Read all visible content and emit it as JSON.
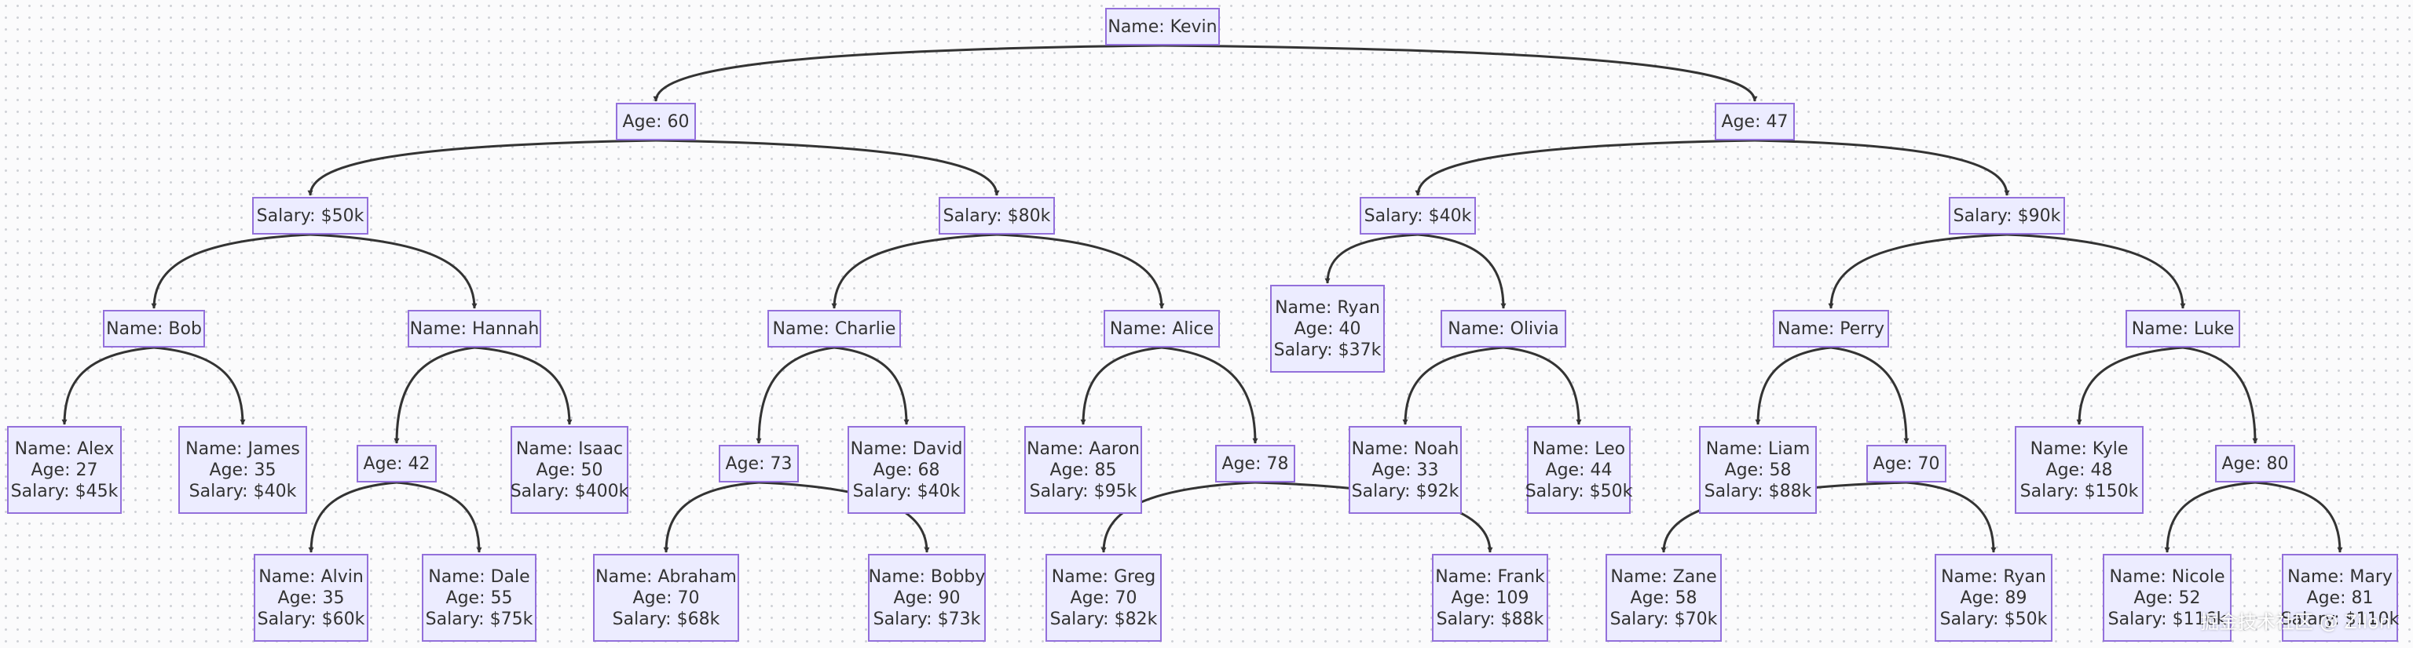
{
  "nodes": [
    {
      "id": "n01",
      "lines": [
        "Name: Kevin"
      ]
    },
    {
      "id": "n02",
      "lines": [
        "Age: 60"
      ]
    },
    {
      "id": "n03",
      "lines": [
        "Age: 47"
      ]
    },
    {
      "id": "n04",
      "lines": [
        "Salary: $50k"
      ]
    },
    {
      "id": "n05",
      "lines": [
        "Salary: $80k"
      ]
    },
    {
      "id": "n06",
      "lines": [
        "Salary: $40k"
      ]
    },
    {
      "id": "n07",
      "lines": [
        "Salary: $90k"
      ]
    },
    {
      "id": "n08",
      "lines": [
        "Name: Bob"
      ]
    },
    {
      "id": "n09",
      "lines": [
        "Name: Hannah"
      ]
    },
    {
      "id": "n10",
      "lines": [
        "Name: Charlie"
      ]
    },
    {
      "id": "n11",
      "lines": [
        "Name: Alice"
      ]
    },
    {
      "id": "n12",
      "lines": [
        "Name: Ryan",
        "Age: 40",
        "Salary: $37k"
      ]
    },
    {
      "id": "n13",
      "lines": [
        "Name: Olivia"
      ]
    },
    {
      "id": "n14",
      "lines": [
        "Name: Perry"
      ]
    },
    {
      "id": "n15",
      "lines": [
        "Name: Luke"
      ]
    },
    {
      "id": "n16",
      "lines": [
        "Name: Alex",
        "Age: 27",
        "Salary: $45k"
      ]
    },
    {
      "id": "n17",
      "lines": [
        "Name: James",
        "Age: 35",
        "Salary: $40k"
      ]
    },
    {
      "id": "n18",
      "lines": [
        "Age: 42"
      ]
    },
    {
      "id": "n19",
      "lines": [
        "Name: Isaac",
        "Age: 50",
        "Salary: $400k"
      ]
    },
    {
      "id": "n20",
      "lines": [
        "Age: 73"
      ]
    },
    {
      "id": "n21",
      "lines": [
        "Name: David",
        "Age: 68",
        "Salary: $40k"
      ]
    },
    {
      "id": "n22",
      "lines": [
        "Name: Aaron",
        "Age: 85",
        "Salary: $95k"
      ]
    },
    {
      "id": "n23",
      "lines": [
        "Age: 78"
      ]
    },
    {
      "id": "n24",
      "lines": [
        "Name: Noah",
        "Age: 33",
        "Salary: $92k"
      ]
    },
    {
      "id": "n25",
      "lines": [
        "Name: Leo",
        "Age: 44",
        "Salary: $50k"
      ]
    },
    {
      "id": "n26",
      "lines": [
        "Name: Liam",
        "Age: 58",
        "Salary: $88k"
      ]
    },
    {
      "id": "n27",
      "lines": [
        "Age: 70"
      ]
    },
    {
      "id": "n28",
      "lines": [
        "Name: Kyle",
        "Age: 48",
        "Salary: $150k"
      ]
    },
    {
      "id": "n29",
      "lines": [
        "Age: 80"
      ]
    },
    {
      "id": "n30",
      "lines": [
        "Name: Alvin",
        "Age: 35",
        "Salary: $60k"
      ]
    },
    {
      "id": "n31",
      "lines": [
        "Name: Dale",
        "Age: 55",
        "Salary: $75k"
      ]
    },
    {
      "id": "n32",
      "lines": [
        "Name: Abraham",
        "Age: 70",
        "Salary: $68k"
      ]
    },
    {
      "id": "n33",
      "lines": [
        "Name: Bobby",
        "Age: 90",
        "Salary: $73k"
      ]
    },
    {
      "id": "n34",
      "lines": [
        "Name: Greg",
        "Age: 70",
        "Salary: $82k"
      ]
    },
    {
      "id": "n35",
      "lines": [
        "Name: Frank",
        "Age: 109",
        "Salary: $88k"
      ]
    },
    {
      "id": "n36",
      "lines": [
        "Name: Zane",
        "Age: 58",
        "Salary: $70k"
      ]
    },
    {
      "id": "n37",
      "lines": [
        "Name: Ryan",
        "Age: 89",
        "Salary: $50k"
      ]
    },
    {
      "id": "n38",
      "lines": [
        "Name: Nicole",
        "Age: 52",
        "Salary: $116k"
      ]
    },
    {
      "id": "n39",
      "lines": [
        "Name: Mary",
        "Age: 81",
        "Salary: $110k"
      ]
    }
  ],
  "edges": [
    [
      "n01",
      "n02"
    ],
    [
      "n01",
      "n03"
    ],
    [
      "n02",
      "n04"
    ],
    [
      "n02",
      "n05"
    ],
    [
      "n03",
      "n06"
    ],
    [
      "n03",
      "n07"
    ],
    [
      "n04",
      "n08"
    ],
    [
      "n04",
      "n09"
    ],
    [
      "n05",
      "n10"
    ],
    [
      "n05",
      "n11"
    ],
    [
      "n06",
      "n12"
    ],
    [
      "n06",
      "n13"
    ],
    [
      "n07",
      "n14"
    ],
    [
      "n07",
      "n15"
    ],
    [
      "n08",
      "n16"
    ],
    [
      "n08",
      "n17"
    ],
    [
      "n09",
      "n18"
    ],
    [
      "n09",
      "n19"
    ],
    [
      "n10",
      "n20"
    ],
    [
      "n10",
      "n21"
    ],
    [
      "n11",
      "n22"
    ],
    [
      "n11",
      "n23"
    ],
    [
      "n13",
      "n24"
    ],
    [
      "n13",
      "n25"
    ],
    [
      "n14",
      "n26"
    ],
    [
      "n14",
      "n27"
    ],
    [
      "n15",
      "n28"
    ],
    [
      "n15",
      "n29"
    ],
    [
      "n18",
      "n30"
    ],
    [
      "n18",
      "n31"
    ],
    [
      "n20",
      "n32"
    ],
    [
      "n20",
      "n33"
    ],
    [
      "n23",
      "n34"
    ],
    [
      "n23",
      "n35"
    ],
    [
      "n27",
      "n36"
    ],
    [
      "n27",
      "n37"
    ],
    [
      "n29",
      "n38"
    ],
    [
      "n29",
      "n39"
    ]
  ],
  "watermark": "掘金技术社区 @ Zilon",
  "colors": {
    "node_fill": "#ececff",
    "node_border": "#9370db",
    "edge": "#333333",
    "text": "#333333"
  }
}
